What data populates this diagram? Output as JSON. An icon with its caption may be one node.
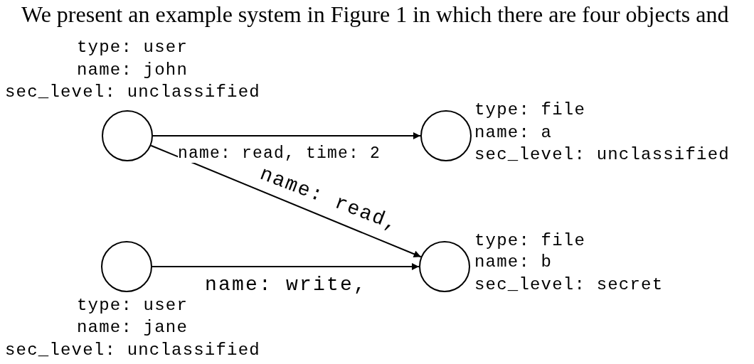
{
  "diagram": {
    "nodes": [
      {
        "text": [],
        "shape": "circle",
        "beside": [
          "type: user",
          "name: john",
          "sec_level: unclassified"
        ]
      },
      {
        "text": [],
        "shape": "circle",
        "beside": [
          "type: file",
          "name: a",
          "sec_level: unclassified"
        ]
      },
      {
        "text": [],
        "shape": "circle",
        "beside": [
          "type: user",
          "name: jane",
          "sec_level: unclassified"
        ]
      },
      {
        "text": [],
        "shape": "circle",
        "beside": [
          "type: file",
          "name: b",
          "sec_level: secret"
        ]
      }
    ],
    "edges": [
      {
        "from": 0,
        "to": 1,
        "arrow": "to",
        "label": "name: read, time: 2"
      },
      {
        "from": 0,
        "to": 3,
        "arrow": "to",
        "label": "name: read,"
      },
      {
        "from": 2,
        "to": 3,
        "arrow": "to",
        "label": "name: write,"
      }
    ],
    "labels": [
      "We present an example system in Figure 1 in which there are four objects and"
    ]
  }
}
